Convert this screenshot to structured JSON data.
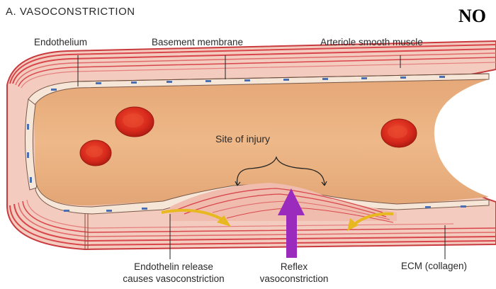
{
  "title": "A. VASOCONSTRICTION",
  "corner_label": "NO",
  "labels": {
    "endothelium": "Endothelium",
    "basement_membrane": "Basement membrane",
    "smooth_muscle": "Arteriole smooth muscle",
    "site_of_injury": "Site of injury",
    "endothelin_line1": "Endothelin release",
    "endothelin_line2": "causes vasoconstriction",
    "reflex_line1": "Reflex",
    "reflex_line2": "vasoconstriction",
    "ecm": "ECM (collagen)"
  },
  "colors": {
    "lumen": "#e8b07e",
    "wall_red": "#d8454a",
    "wall_pink": "#f2c3b8",
    "rbc": "#d5281c",
    "arrow_yellow": "#e8b820",
    "arrow_purple": "#9a2bbd"
  }
}
